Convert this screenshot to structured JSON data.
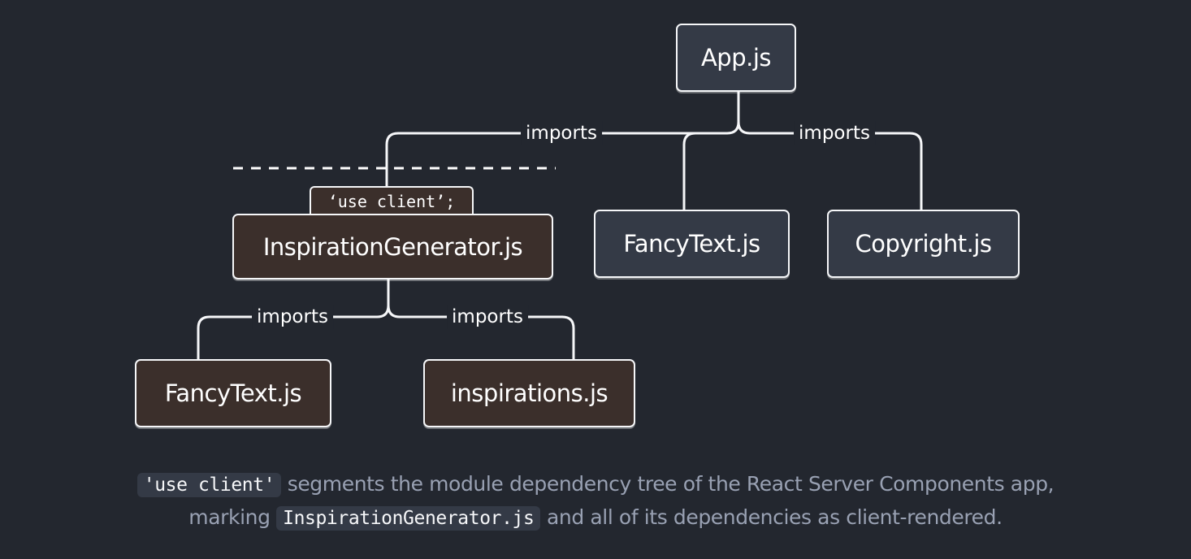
{
  "diagram": {
    "nodes": {
      "app": "App.js",
      "inspiration_generator": "InspirationGenerator.js",
      "fancy_text_server": "FancyText.js",
      "copyright": "Copyright.js",
      "fancy_text_client": "FancyText.js",
      "inspirations": "inspirations.js"
    },
    "directive_tag": "‘use client’;",
    "edge_labels": {
      "app_to_inspiration_generator": "imports",
      "app_to_copyright": "imports",
      "inspiration_generator_to_fancy_text": "imports",
      "inspiration_generator_to_inspirations": "imports"
    },
    "colors": {
      "background": "#23272f",
      "server_node": "#343a46",
      "client_node": "#3b2f2b",
      "line": "#f6f7f9",
      "caption_text": "#99a1b3"
    }
  },
  "caption": {
    "code_1": "'use client'",
    "text_1": " segments the module dependency tree of the React Server Components app,",
    "text_2": "marking ",
    "code_2": "InspirationGenerator.js",
    "text_3": " and all of its dependencies as client-rendered."
  }
}
